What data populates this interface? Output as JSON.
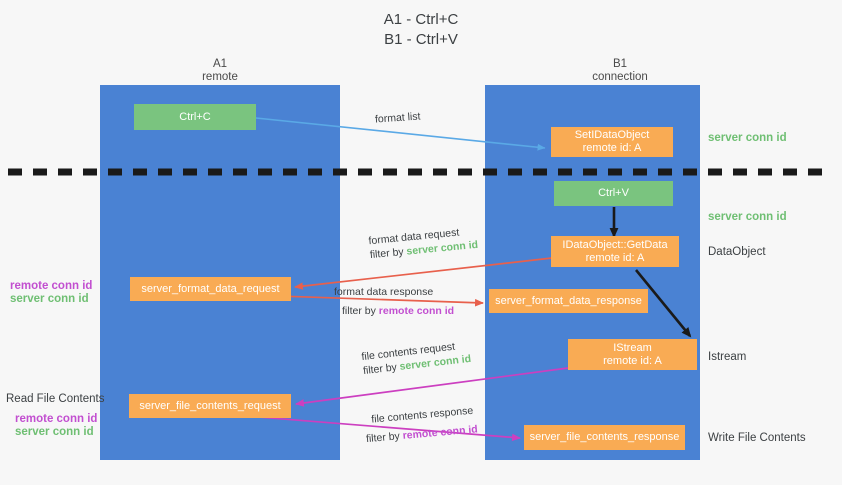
{
  "title": {
    "line1": "A1 - Ctrl+C",
    "line2": "B1 - Ctrl+V"
  },
  "columns": [
    {
      "name": "A1",
      "sub": "remote"
    },
    {
      "name": "B1",
      "sub": "connection"
    }
  ],
  "boxes": {
    "ctrl_c": {
      "label": "Ctrl+C"
    },
    "set_idataobject": {
      "line1": "SetIDataObject",
      "line2": "remote id: A"
    },
    "ctrl_v": {
      "label": "Ctrl+V"
    },
    "getdata": {
      "line1": "IDataObject::GetData",
      "line2": "remote id: A"
    },
    "istream": {
      "line1": "IStream",
      "line2": "remote id: A"
    },
    "server_format_data_request": {
      "label": "server_format_data_request"
    },
    "server_format_data_response": {
      "label": "server_format_data_response"
    },
    "server_file_contents_request": {
      "label": "server_file_contents_request"
    },
    "server_file_contents_response": {
      "label": "server_file_contents_response"
    }
  },
  "right_labels": {
    "server_conn_id_top": "server conn id",
    "server_conn_id_mid": "server conn id",
    "dataobject": "DataObject",
    "istream": "Istream",
    "write_file_contents": "Write File Contents"
  },
  "left_labels": {
    "remote_conn_id_upper": "remote conn id",
    "server_conn_id_upper": "server conn id",
    "read_file_contents": "Read File Contents",
    "remote_conn_id_lower": "remote conn id",
    "server_conn_id_lower": "server conn id"
  },
  "arrows": {
    "format_list": {
      "text": "format list"
    },
    "format_data_request": {
      "line1": "format data request",
      "line2_prefix": "filter by ",
      "line2_em": "server conn id"
    },
    "format_data_response": {
      "line1": "format data response",
      "line2_prefix": "filter by ",
      "line2_em": "remote conn id"
    },
    "file_contents_request": {
      "line1": "file contents request",
      "line2_prefix": "filter by ",
      "line2_em": "server conn id"
    },
    "file_contents_response": {
      "line1": "file contents response",
      "line2_prefix": "filter by ",
      "line2_em": "remote conn id"
    }
  },
  "colors": {
    "lane": "#4a82d3",
    "green_box": "#7ac47f",
    "orange_box": "#f9ab54",
    "green_text": "#6fbf73",
    "purple_text": "#c24fd0",
    "red_arrow": "#e8604c",
    "magenta_arrow": "#cc3fc0",
    "blue_arrow": "#5aa9e6",
    "dashed_line": "#1a1a1a"
  }
}
